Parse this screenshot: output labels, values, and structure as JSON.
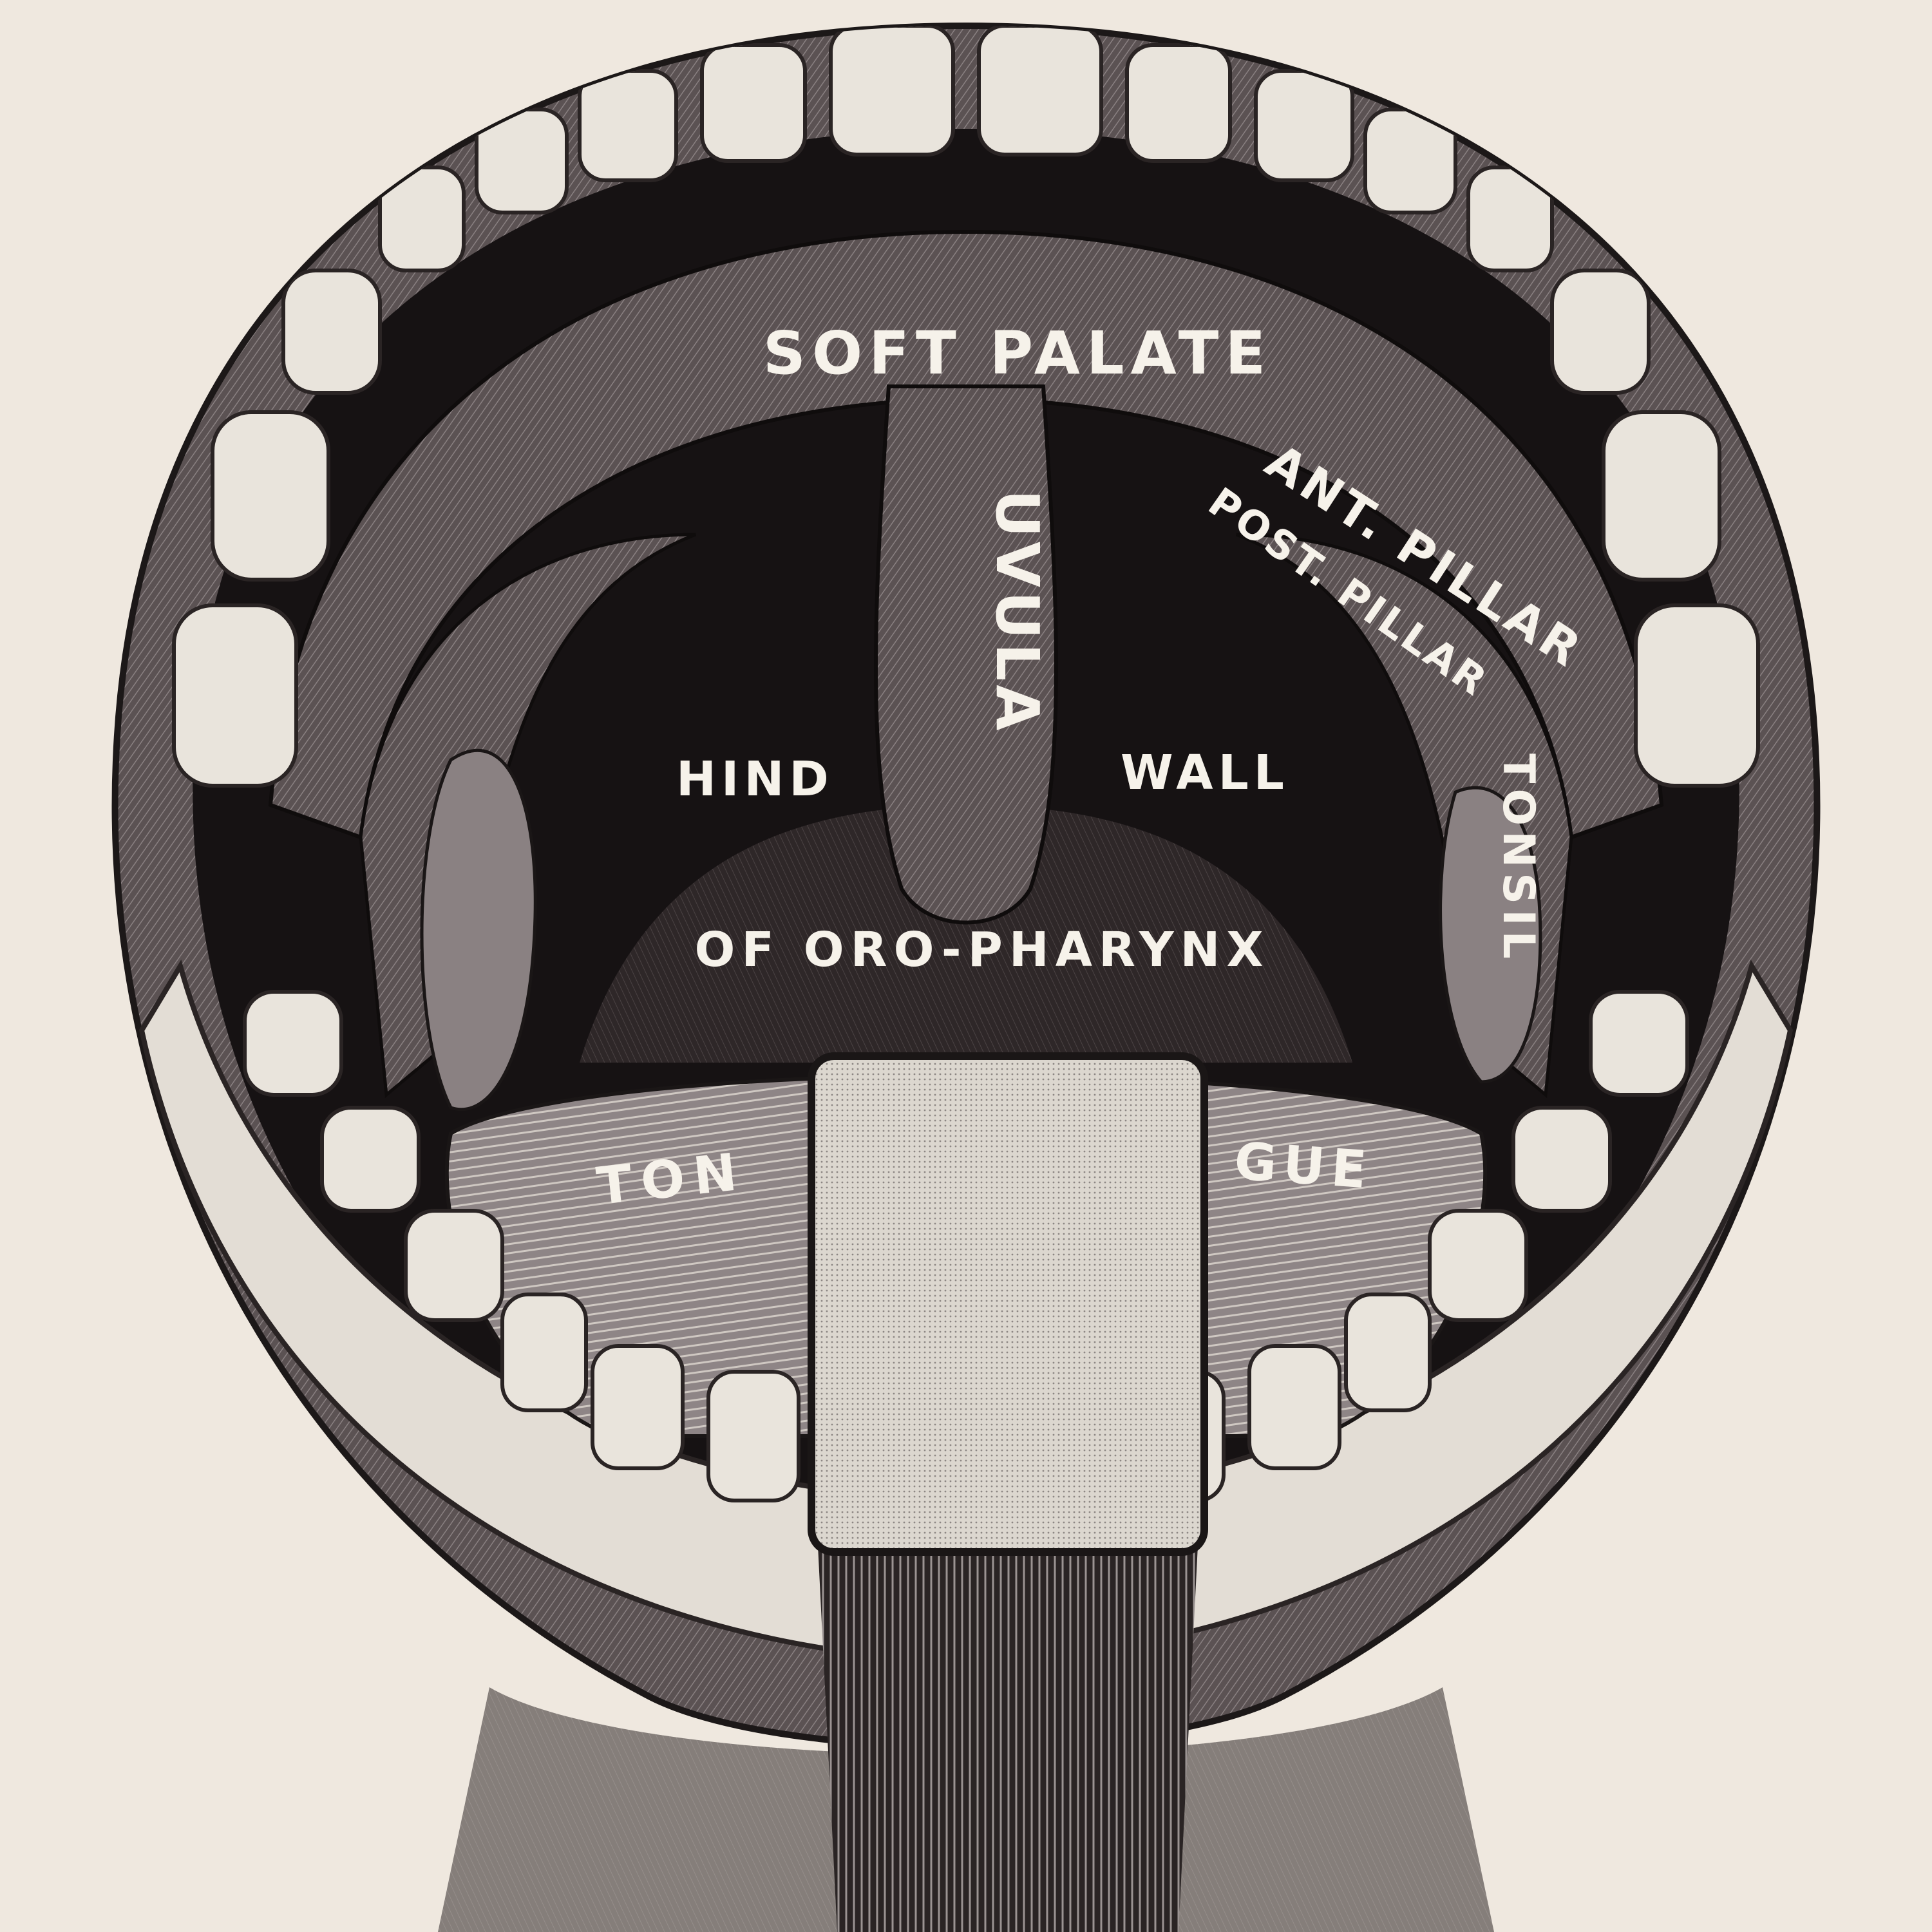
{
  "labels": {
    "soft_palate": "SOFT PALATE",
    "uvula": "UVULA",
    "ant_pillar": "ANT. PILLAR",
    "post_pillar": "POST. PILLAR",
    "tonsil": "TONSIL",
    "hind": "HIND",
    "wall": "WALL",
    "of_oro_pharynx": "OF ORO-PHARYNX",
    "ton": "TON",
    "gue": "GUE"
  },
  "colors": {
    "paper": "#efe8df",
    "ink": "#2a2424",
    "cavity": "#161213",
    "tissue": "#6d6465",
    "lip": "#4a4243",
    "tooth": "#e9e4dc",
    "depressor": "#dcd7cf",
    "label": "#f6f2ea"
  }
}
